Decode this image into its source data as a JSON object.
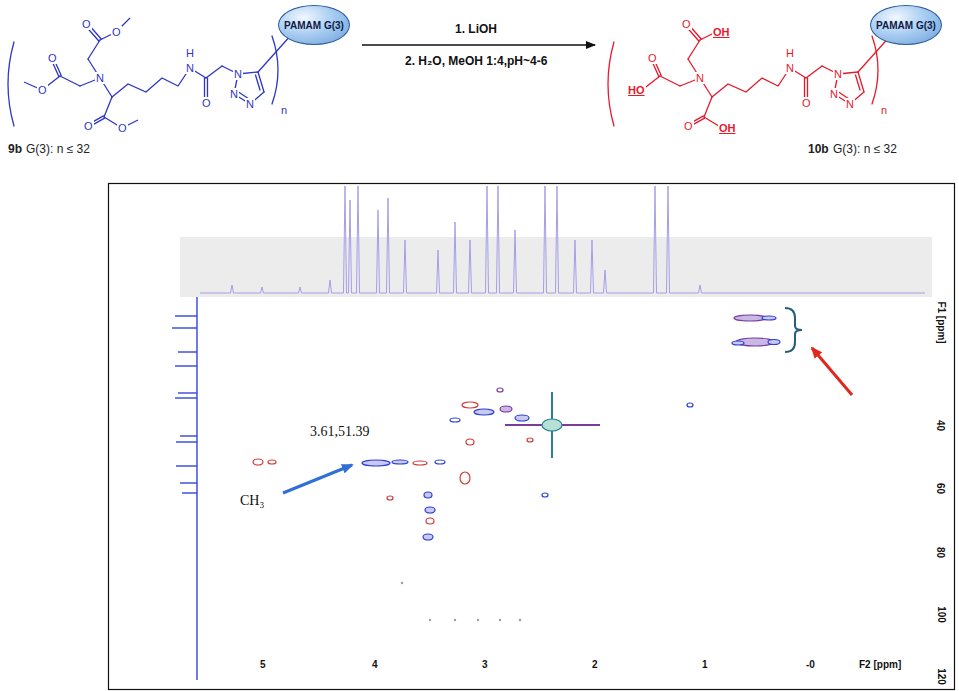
{
  "diagram": {
    "nodes": [
      {
        "text": [
          "PAMAM G(3)"
        ]
      },
      {
        "text": [
          "PAMAM G(3)"
        ]
      }
    ],
    "labels": [
      "O",
      "O",
      "O",
      "O",
      "N",
      "O",
      "O",
      "H",
      "N",
      "O",
      "N",
      "N",
      "N",
      "n",
      "9b",
      "G(3): n ≤ 32",
      "1. LiOH",
      "2. H₂O,  MeOH 1:4,pH~4-6",
      "O",
      "OH",
      "O",
      "HO",
      "N",
      "O",
      "OH",
      "H",
      "N",
      "O",
      "N",
      "N",
      "N",
      "n",
      "10b",
      "G(3): n ≤ 32",
      "F1 [ppm]",
      "40",
      "60",
      "80",
      "100",
      "120",
      "5",
      "4",
      "3",
      "2",
      "1",
      "-0",
      "F2 [ppm]",
      "3.61,51.39",
      "CH₃"
    ]
  }
}
